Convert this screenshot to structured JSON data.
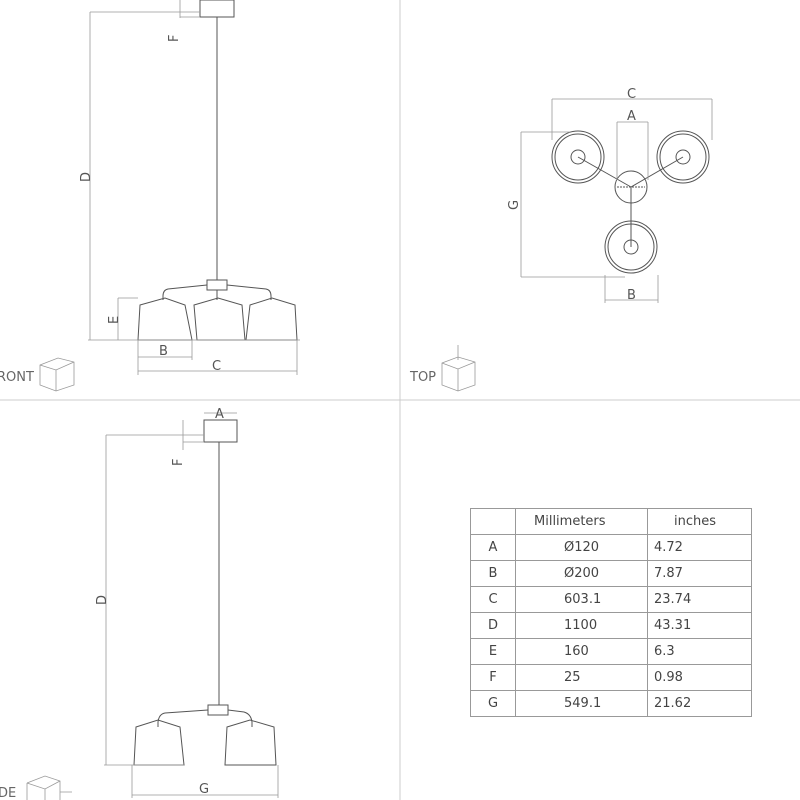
{
  "views": {
    "front": {
      "label": "RONT",
      "dims": {
        "F": "F",
        "D": "D",
        "E": "E",
        "B": "B",
        "C": "C"
      }
    },
    "top": {
      "label": "TOP",
      "dims": {
        "C": "C",
        "A": "A",
        "G": "G",
        "B": "B"
      }
    },
    "side": {
      "label": "DE",
      "dims": {
        "A": "A",
        "F": "F",
        "D": "D",
        "G": "G"
      }
    }
  },
  "table": {
    "headers": [
      "",
      "Millimeters",
      "inches"
    ],
    "rows": [
      {
        "key": "A",
        "mm": "Ø120",
        "in": "4.72"
      },
      {
        "key": "B",
        "mm": "Ø200",
        "in": "7.87"
      },
      {
        "key": "C",
        "mm": "603.1",
        "in": "23.74"
      },
      {
        "key": "D",
        "mm": "1100",
        "in": "43.31"
      },
      {
        "key": "E",
        "mm": "160",
        "in": "6.3"
      },
      {
        "key": "F",
        "mm": "25",
        "in": "0.98"
      },
      {
        "key": "G",
        "mm": "549.1",
        "in": "21.62"
      }
    ]
  },
  "colors": {
    "line": "#555555",
    "dimension": "#999999",
    "divider": "#cccccc"
  }
}
